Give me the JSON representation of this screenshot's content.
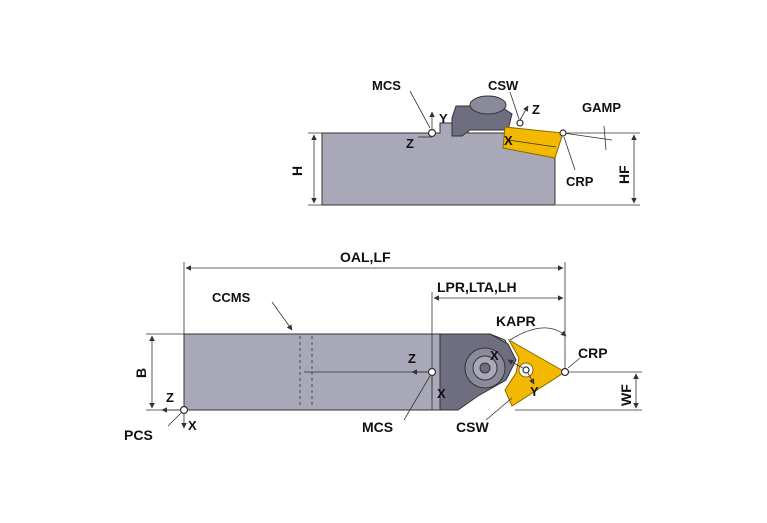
{
  "labels": {
    "mcs": "MCS",
    "csw": "CSW",
    "gamp": "GAMP",
    "crp": "CRP",
    "h": "H",
    "hf": "HF",
    "y": "Y",
    "z": "Z",
    "x": "X",
    "oal_lf": "OAL,LF",
    "lpr_lta_lh": "LPR,LTA,LH",
    "ccms": "CCMS",
    "kapr": "KAPR",
    "b": "B",
    "wf": "WF",
    "pcs": "PCS"
  },
  "colors": {
    "body": "#a8a8b8",
    "body_dark": "#6e6e80",
    "insert": "#f2b900",
    "line": "#333333"
  }
}
